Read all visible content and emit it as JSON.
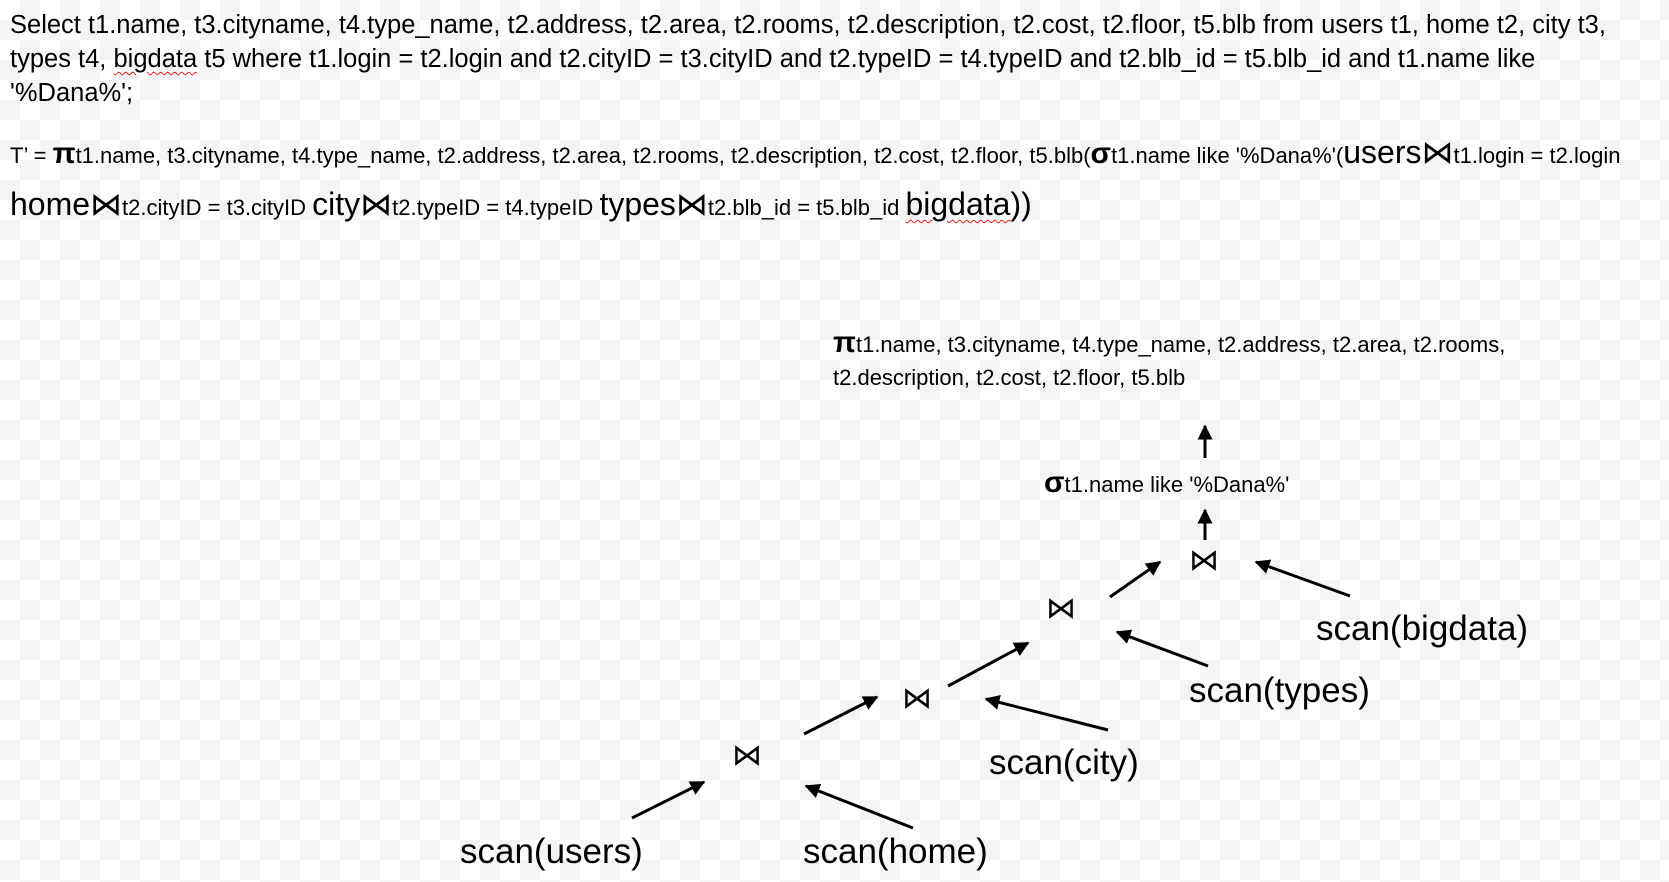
{
  "sql_query": {
    "part1": "Select t1.name, t3.cityname, t4.type_name, t2.address, t2.area, t2.rooms, t2.description, t2.cost, t2.floor, t5.blb from users t1, home t2, city t3, types t4, ",
    "squiggle_word": "bigdata",
    "part2": " t5 where t1.login = t2.login and t2.cityID = t3.cityID and t2.typeID = t4.typeID and t2.blb_id = t5.blb_id and t1.name like '%Dana%';"
  },
  "relational_algebra": {
    "prefix": "T’ = ",
    "pi_symbol": "π",
    "projection_list": "t1.name, t3.cityname, t4.type_name, t2.address, t2.area, t2.rooms, t2.description, t2.cost, t2.floor, t5.blb(",
    "sigma_symbol": "σ",
    "selection_condition": "t1.name like '%Dana%'(",
    "join_symbol": "⋈",
    "rel_users": "users",
    "cond_login": "t1.login = t2.login ",
    "rel_home": "home",
    "cond_city": "t2.cityID = t3.cityID ",
    "rel_city": "city",
    "cond_type": "t2.typeID = t4.typeID ",
    "rel_types": "types",
    "cond_blb": "t2.blb_id = t5.blb_id  ",
    "rel_bigdata": "bigdata",
    "closing": "))"
  },
  "tree": {
    "projection": {
      "symbol": "π",
      "text": "t1.name, t3.cityname, t4.type_name, t2.address, t2.area, t2.rooms, t2.description, t2.cost, t2.floor, t5.blb"
    },
    "selection": {
      "symbol": "σ",
      "text": "t1.name like '%Dana%'"
    },
    "join_symbol": "⋈",
    "scans": {
      "users": "scan(users)",
      "home": "scan(home)",
      "city": "scan(city)",
      "types": "scan(types)",
      "bigdata": "scan(bigdata)"
    }
  },
  "colors": {
    "text": "#000000",
    "spellcheck_underline": "#e01b1b"
  }
}
